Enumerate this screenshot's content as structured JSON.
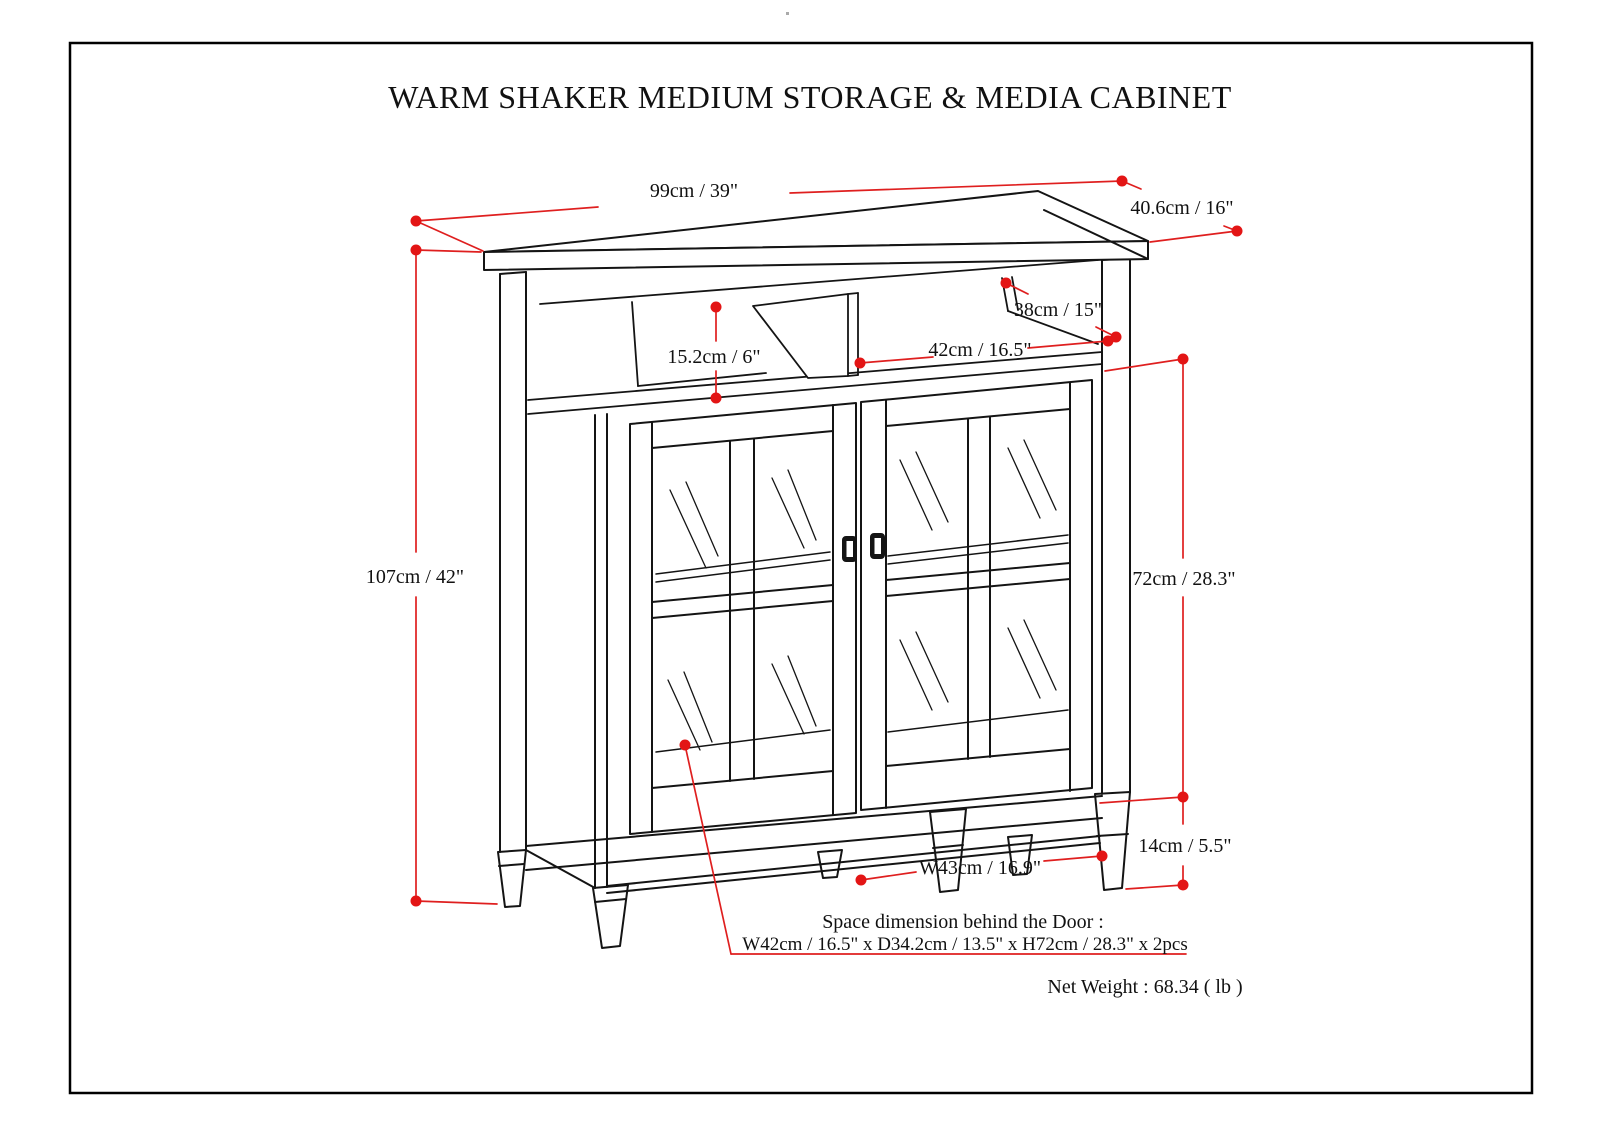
{
  "page": {
    "title": "WARM SHAKER MEDIUM STORAGE & MEDIA CABINET",
    "net_weight": "Net Weight : 68.34 ( lb )"
  },
  "dimensions": {
    "width": "99cm / 39\"",
    "depth": "40.6cm / 16\"",
    "height": "107cm / 42\"",
    "top_cubby_height": "15.2cm / 6\"",
    "top_cubby_width": "42cm / 16.5\"",
    "top_cubby_depth": "38cm / 15\"",
    "door_section_height": "72cm / 28.3\"",
    "leg_height": "14cm / 5.5\"",
    "base_width": "W43cm / 16.9\""
  },
  "notes": {
    "door_space_label": "Space dimension behind the Door :",
    "door_space_value": "W42cm / 16.5\" x D34.2cm / 13.5\" x H72cm / 28.3\" x 2pcs"
  },
  "colors": {
    "annotation_red": "#df1f1f",
    "drawing_black": "#141414",
    "background": "#ffffff"
  }
}
